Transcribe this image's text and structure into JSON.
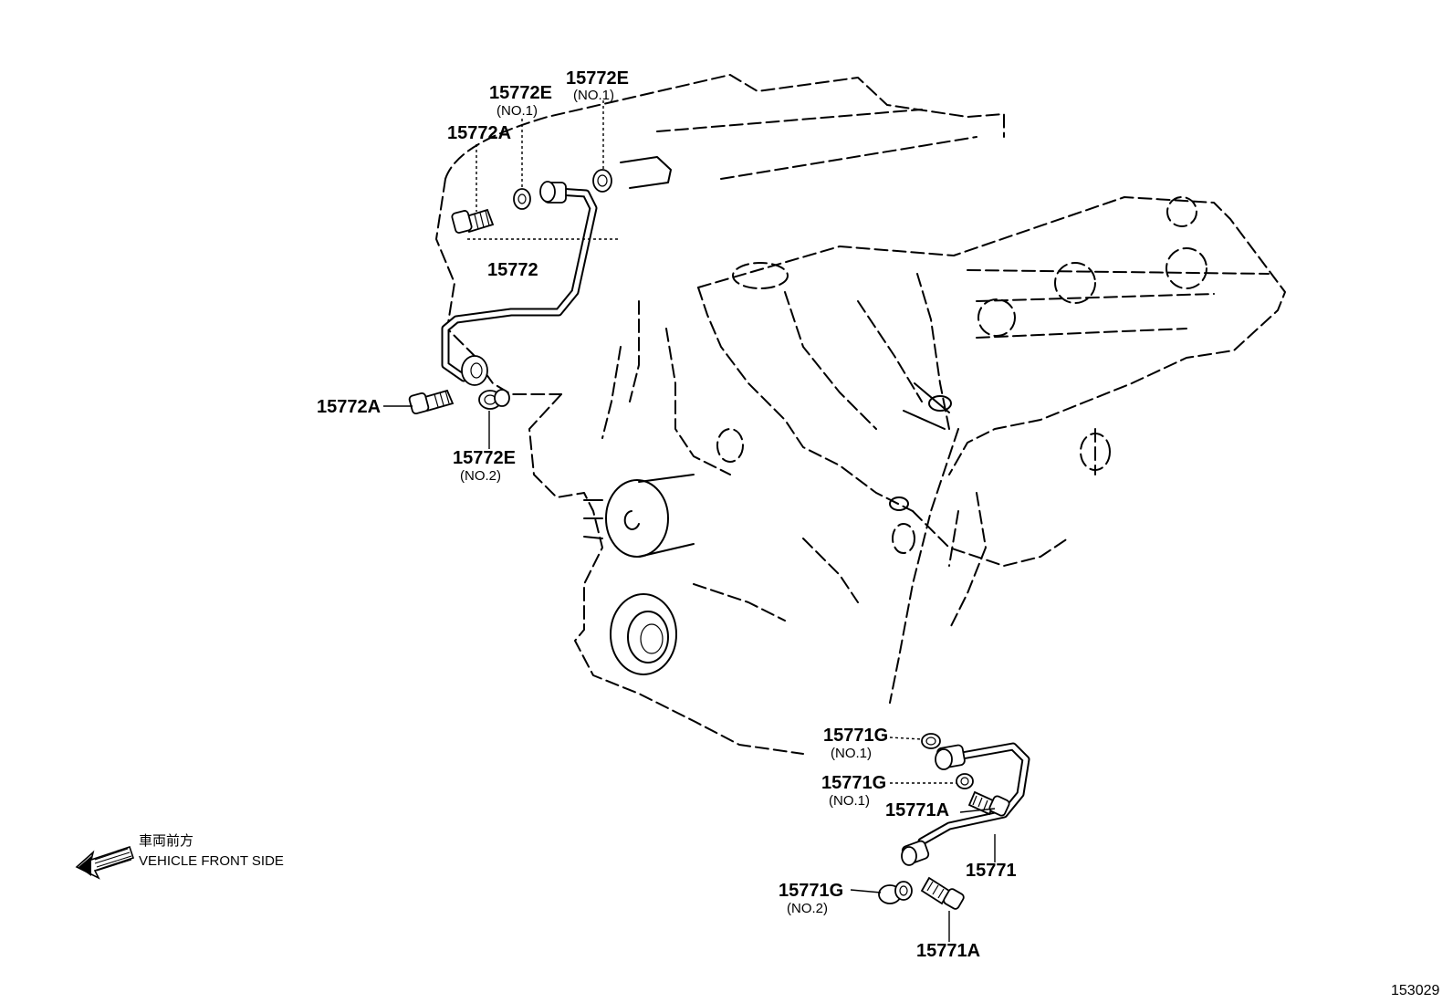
{
  "callouts": [
    {
      "id": "15772E_top_right",
      "number": "15772E",
      "sub": "(NO.1)"
    },
    {
      "id": "15772E_top_left",
      "number": "15772E",
      "sub": "(NO.1)"
    },
    {
      "id": "15772A_top",
      "number": "15772A",
      "sub": ""
    },
    {
      "id": "15772",
      "number": "15772",
      "sub": ""
    },
    {
      "id": "15772A_left",
      "number": "15772A",
      "sub": ""
    },
    {
      "id": "15772E_bottom",
      "number": "15772E",
      "sub": "(NO.2)"
    },
    {
      "id": "15771G_a",
      "number": "15771G",
      "sub": "(NO.1)"
    },
    {
      "id": "15771G_b",
      "number": "15771G",
      "sub": "(NO.1)"
    },
    {
      "id": "15771A_mid",
      "number": "15771A",
      "sub": ""
    },
    {
      "id": "15771",
      "number": "15771",
      "sub": ""
    },
    {
      "id": "15771G_c",
      "number": "15771G",
      "sub": "(NO.2)"
    },
    {
      "id": "15771A_bottom",
      "number": "15771A",
      "sub": ""
    }
  ],
  "direction": {
    "label_jp": "車両前方",
    "label_en": "VEHICLE FRONT SIDE",
    "icon": "front-arrow-icon"
  },
  "reference_number": "153029"
}
